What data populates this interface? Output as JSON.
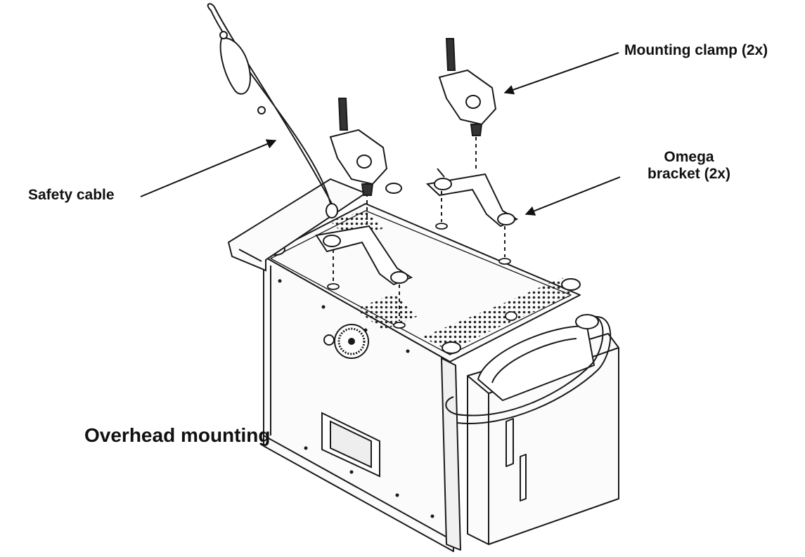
{
  "labels": {
    "mounting_clamp": "Mounting clamp (2x)",
    "omega_line1": "Omega",
    "omega_line2": "bracket (2x)",
    "safety_cable": "Safety cable",
    "title": "Overhead mounting"
  },
  "colors": {
    "ink": "#1a1a1a",
    "background": "#ffffff",
    "panel": "#fbfbfb"
  }
}
